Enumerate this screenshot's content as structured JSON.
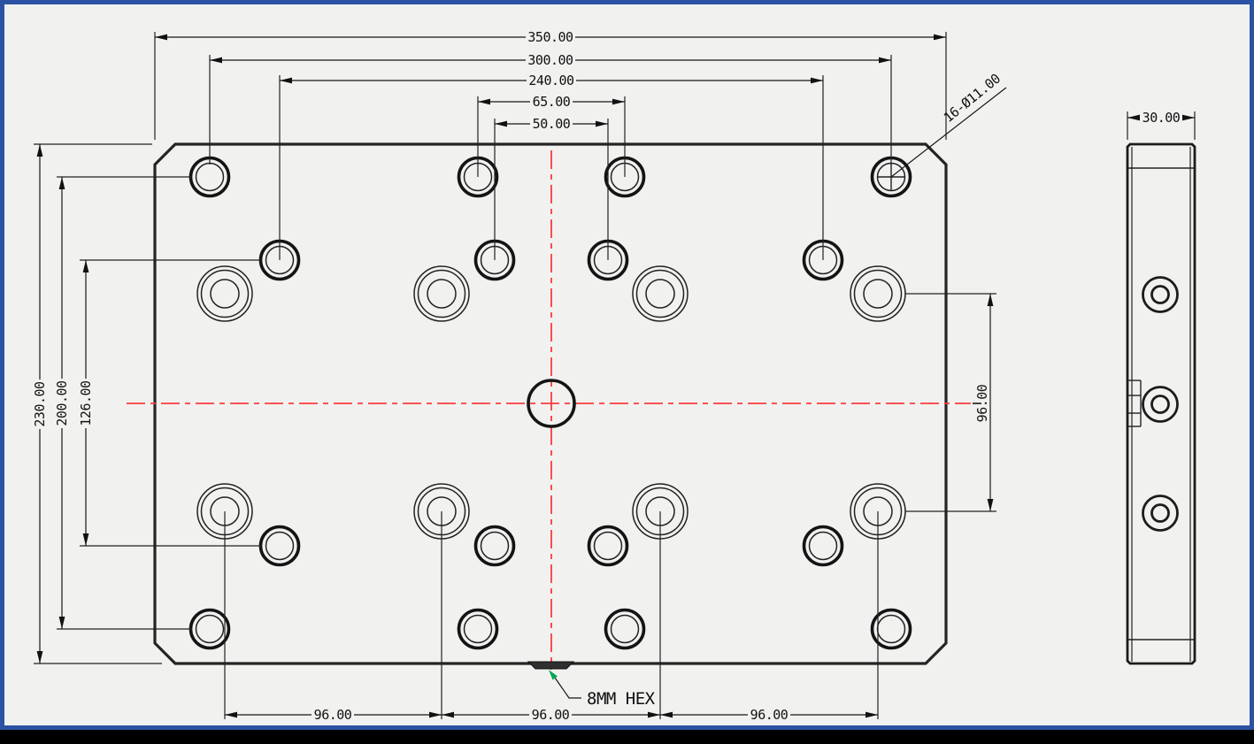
{
  "drawing": {
    "front_view": {
      "callout_holes": "16-Ø11.00",
      "callout_hex": "8MM HEX",
      "dims_top": [
        "350.00",
        "300.00",
        "240.00",
        "65.00",
        "50.00"
      ],
      "dims_left": [
        "230.00",
        "200.00",
        "126.00"
      ],
      "dim_right": "96.00",
      "dims_bottom": [
        "96.00",
        "96.00",
        "96.00"
      ]
    },
    "side_view": {
      "dim_width": "30.00"
    },
    "colors": {
      "frame": "#2b52a3",
      "paper": "#f1f1f0",
      "line": "#1c1c1c",
      "centerline": "#fb3b3b",
      "leader_arrow": "#00a651",
      "bottom_band": "#000000"
    }
  }
}
